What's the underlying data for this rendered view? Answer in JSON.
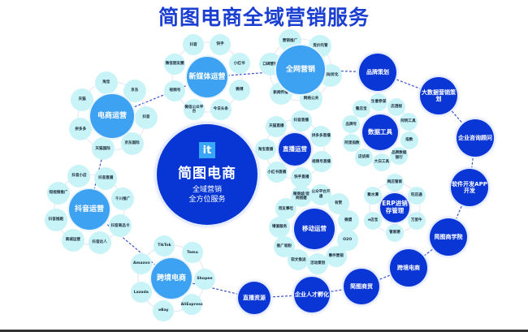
{
  "title": "简图电商全域营销服务",
  "hub": {
    "logo": "it",
    "brand": "简图电商",
    "tagline1": "全域营销",
    "tagline2": "全方位服务"
  },
  "clusters": [
    {
      "label": "电商运营",
      "style": "light",
      "satellites": [
        "淘宝",
        "京东",
        "抖音",
        "京东国际",
        "天猫国际",
        "拼多多",
        "天猫"
      ]
    },
    {
      "label": "新媒体运营",
      "style": "light",
      "satellites": [
        "抖音",
        "快手",
        "小红书",
        "微博",
        "今日头条",
        "微信公众平台",
        "视频号",
        "微信朋友圈"
      ]
    },
    {
      "label": "全网营销",
      "style": "light",
      "satellites": [
        "营销推广",
        "竞价托管",
        "网站优化",
        "网络公关",
        "新闻传播",
        "口碑营销"
      ]
    },
    {
      "label": "直播运营",
      "style": "dark",
      "satellites": [
        "天猫直播",
        "抖音直播",
        "拼多多直播",
        "视频号直播",
        "快手直播",
        "小红书直播",
        "淘宝直播"
      ]
    },
    {
      "label": "数据工具",
      "style": "dark",
      "satellites": [
        "看店宝",
        "生意参谋",
        "店透视",
        "阿明工具",
        "指数",
        "品牌数据银行",
        "大白工具",
        "店侦探",
        "阿里指数",
        "品牌号"
      ]
    },
    {
      "label": "抖音运营",
      "style": "light",
      "satellites": [
        "抖音小店",
        "抖音直播",
        "千川推广",
        "抖音商品卡",
        "抖音达人",
        "商城运营",
        "抖音推跑",
        "短视频推广"
      ]
    },
    {
      "label": "跨境电商",
      "style": "light",
      "satellites": [
        "TikTok",
        "Temu",
        "Shopee",
        "AliExpress",
        "eBay",
        "Lazada",
        "Amazon"
      ]
    },
    {
      "label": "移动运营",
      "style": "dark",
      "satellites": [
        "微商城/官网搭建",
        "公众平台开通",
        "有赞",
        "微盟",
        "O2O",
        "事件营销",
        "活动策划",
        "软文推送",
        "推广吸粉",
        "增值服务",
        "用友事吃"
      ]
    },
    {
      "label": "ERP进销存管理",
      "style": "dark",
      "satellites": [
        "网店管家",
        "旺店通",
        "万里牛",
        "管家婆",
        "e店宝",
        "聚水潭"
      ]
    }
  ],
  "chain": [
    "品牌策划",
    "大数据营销策划",
    "企业咨询顾问",
    "软件开发APP开发",
    "简图商学院",
    "跨境电商",
    "简图商贸",
    "企业人才孵化",
    "直播资源"
  ],
  "colors": {
    "title": "#1b3fd0",
    "dark": "#0a36d6",
    "light": "#3ea2f2",
    "satellite": "#c8f3f7"
  }
}
